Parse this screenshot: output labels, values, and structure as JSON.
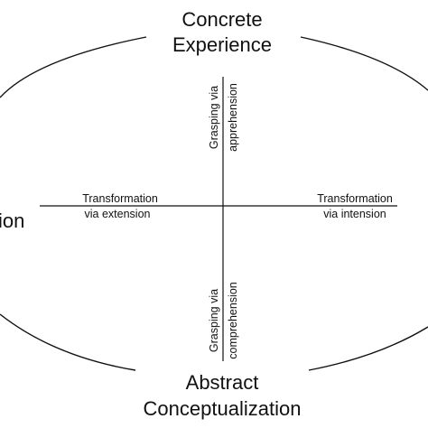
{
  "poles": {
    "top": [
      "Concrete",
      "Experience"
    ],
    "bottom": [
      "Abstract",
      "Conceptualization"
    ],
    "left_partial": "ion"
  },
  "axes": {
    "vertical_top": [
      "Grasping via",
      "apprehension"
    ],
    "vertical_bottom": [
      "Grasping via",
      "comprehension"
    ],
    "horizontal_left": [
      "Transformation",
      "via extension"
    ],
    "horizontal_right": [
      "Transformation",
      "via intension"
    ]
  },
  "colors": {
    "ink": "#111111",
    "background": "#ffffff"
  }
}
